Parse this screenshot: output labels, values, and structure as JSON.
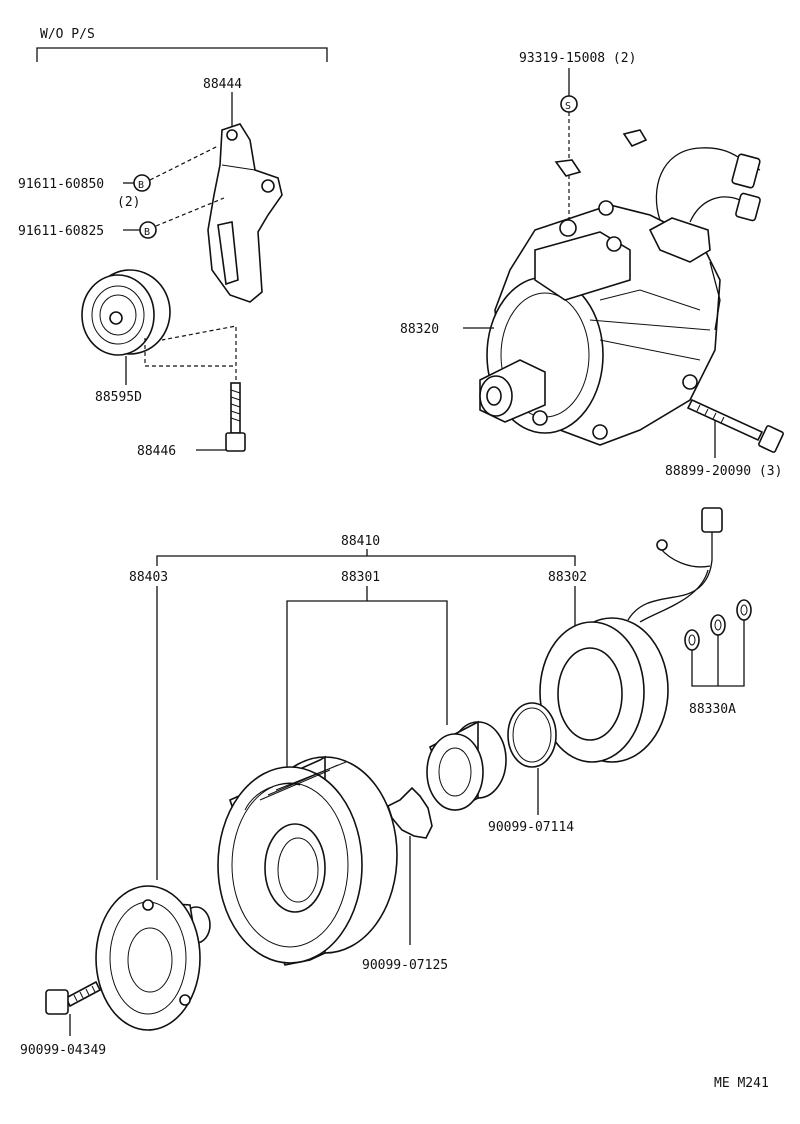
{
  "diagram_code": "ME M241",
  "variant_label": "W/O P/S",
  "parts": {
    "bracket": "88444",
    "bolt_b1": "91611-60850",
    "bolt_b1_qty": "(2)",
    "bolt_b2": "91611-60825",
    "idler_pulley": "88595D",
    "idler_bolt": "88446",
    "compressor_stud": "93319-15008 (2)",
    "compressor": "88320",
    "compressor_bolt": "88899-20090 (3)",
    "clutch_assy": "88410",
    "pressure_plate": "88403",
    "pulley": "88301",
    "stator": "88302",
    "shim": "88330A",
    "snap_ring_1": "90099-07114",
    "snap_ring_2": "90099-07125",
    "center_bolt": "90099-04349"
  },
  "symbols": {
    "b_mark": "B",
    "s_mark": "S"
  }
}
